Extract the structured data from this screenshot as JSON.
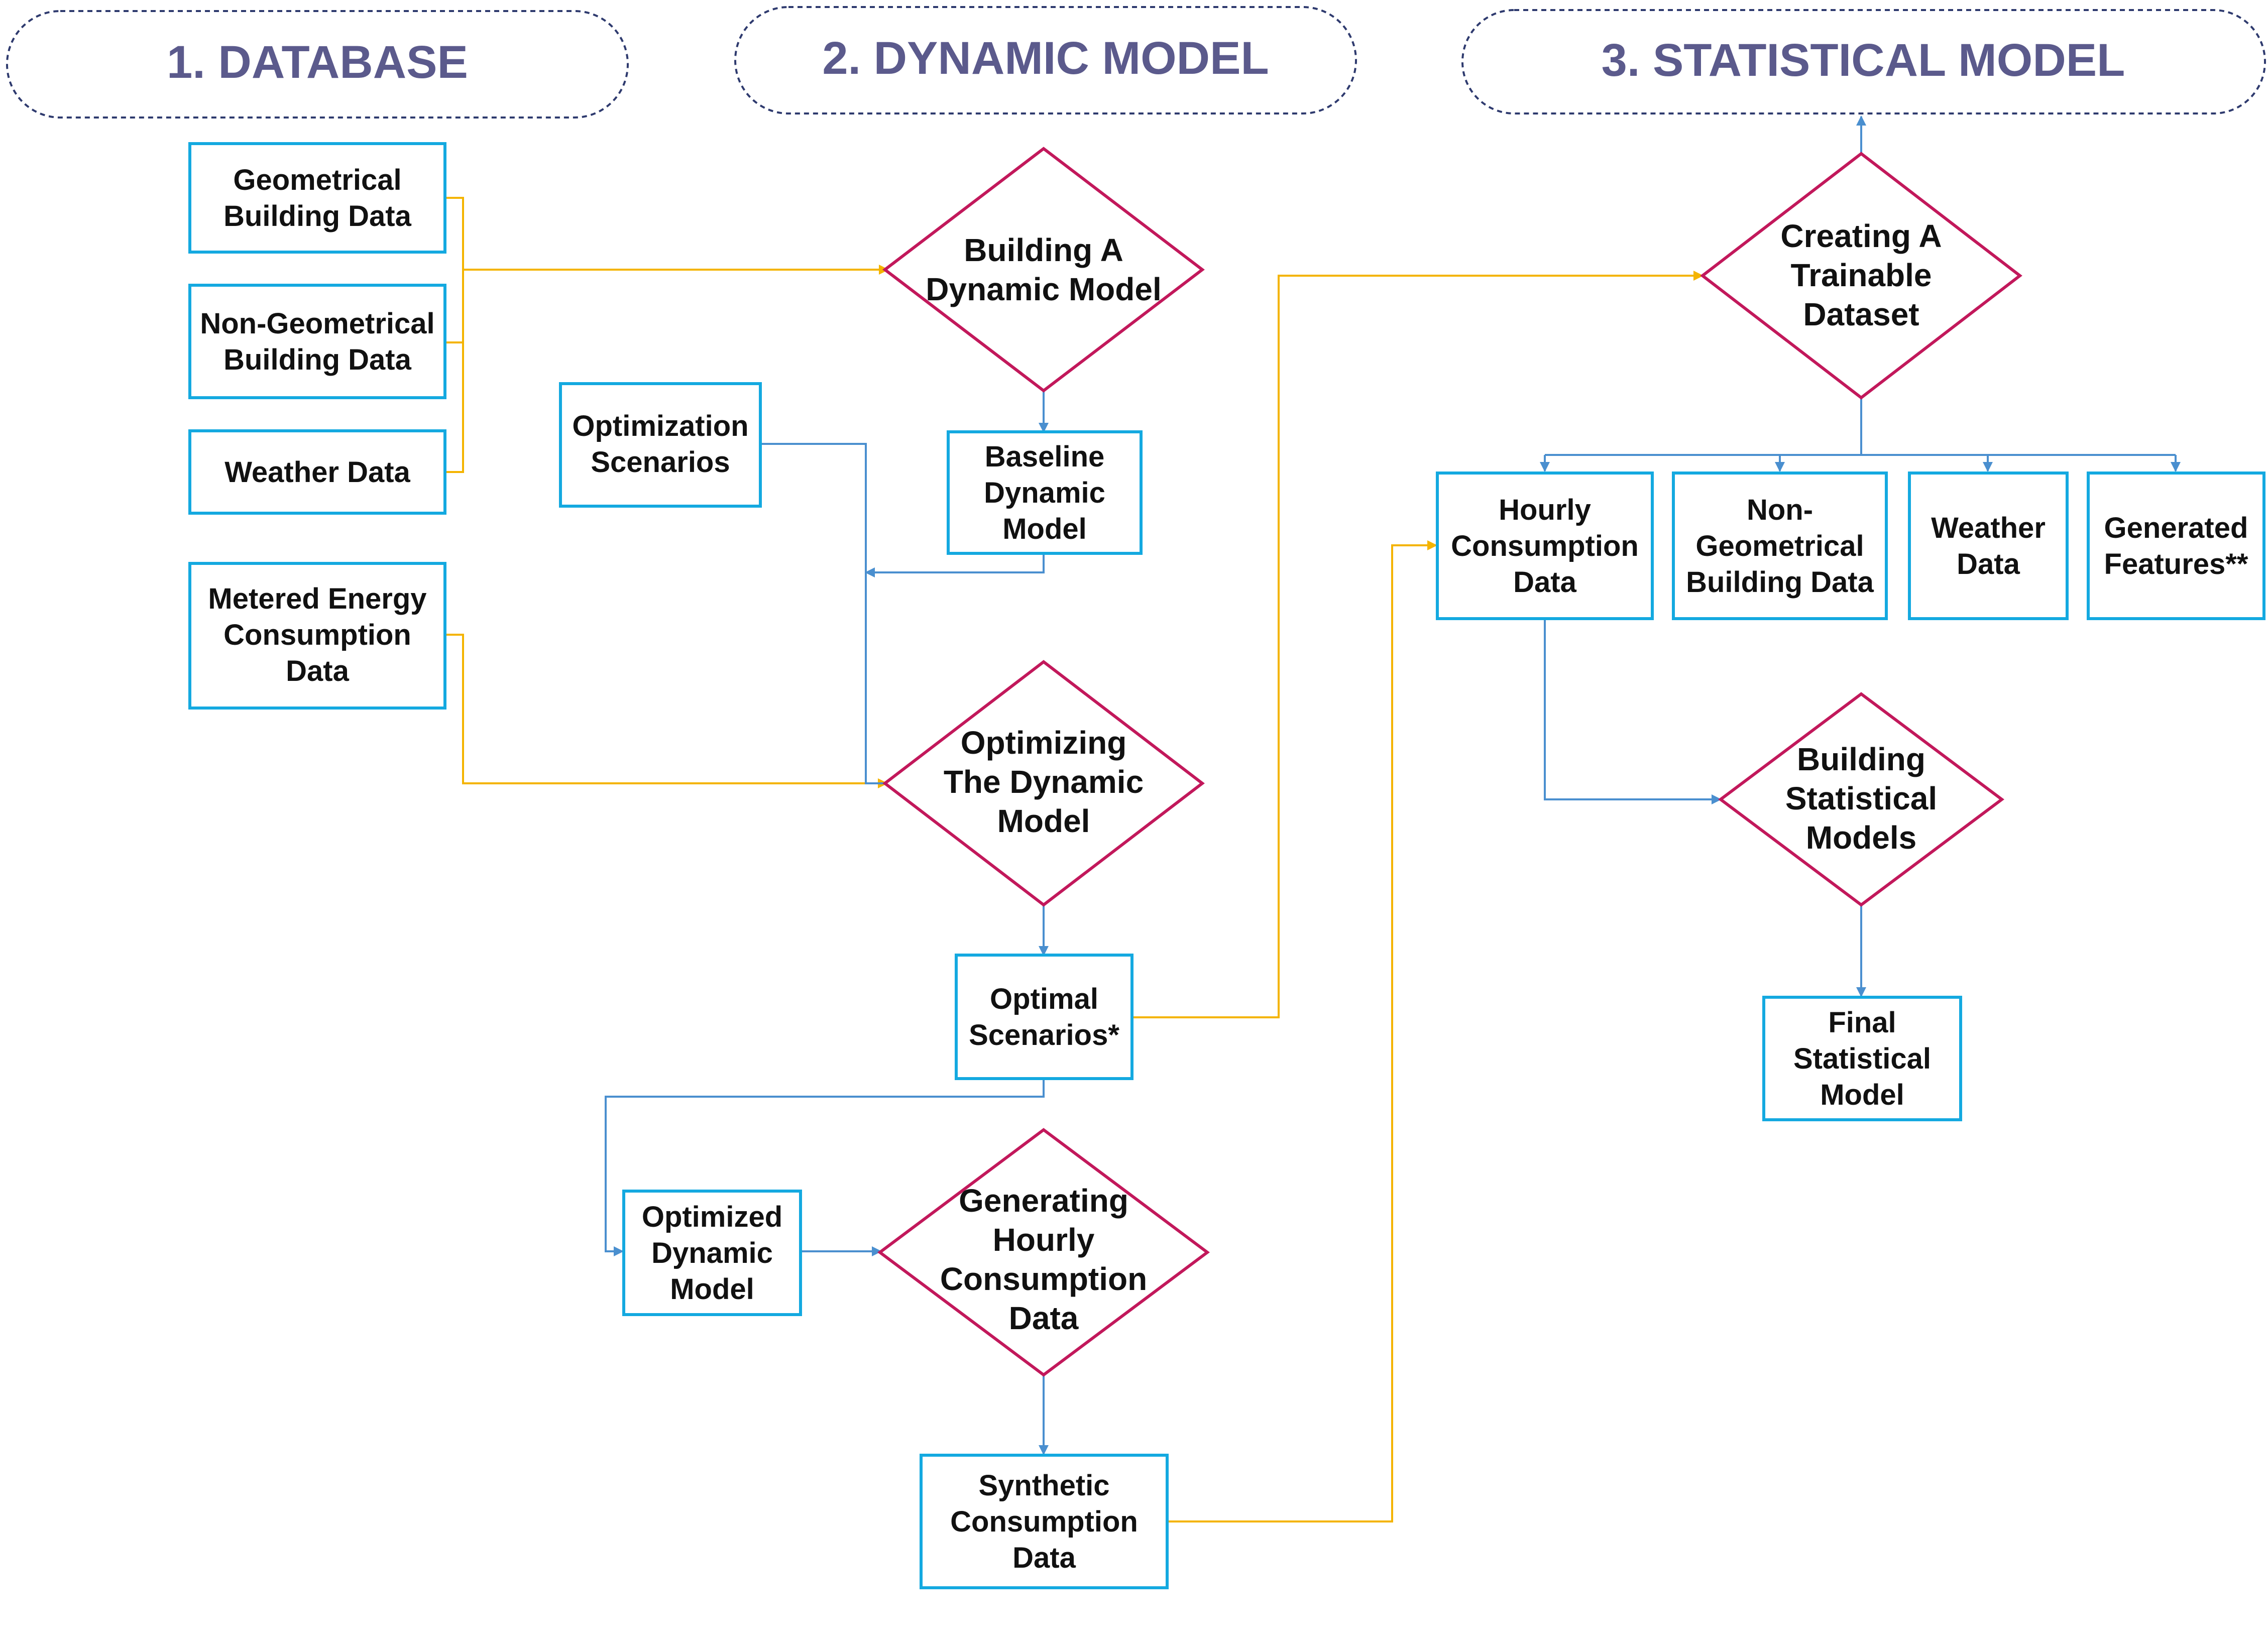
{
  "colors": {
    "header_text": "#5b5a8c",
    "header_border": "#2e3a6e",
    "box_border": "#14a9e0",
    "diamond_border": "#c2185b",
    "connector_gold": "#f4b400",
    "connector_blue": "#4a8fcf"
  },
  "headers": {
    "database": "1. DATABASE",
    "dynamic_model": "2. DYNAMIC MODEL",
    "statistical_model": "3. STATISTICAL MODEL"
  },
  "boxes": {
    "geometrical": [
      "Geometrical",
      "Building Data"
    ],
    "non_geometrical": [
      "Non-Geometrical",
      "Building Data"
    ],
    "weather": [
      "Weather Data"
    ],
    "metered": [
      "Metered Energy",
      "Consumption",
      "Data"
    ],
    "optimization_scenarios": [
      "Optimization",
      "Scenarios"
    ],
    "baseline": [
      "Baseline",
      "Dynamic",
      "Model"
    ],
    "optimal": [
      "Optimal",
      "Scenarios*"
    ],
    "optimized": [
      "Optimized",
      "Dynamic",
      "Model"
    ],
    "synthetic": [
      "Synthetic",
      "Consumption",
      "Data"
    ],
    "hourly": [
      "Hourly",
      "Consumption",
      "Data"
    ],
    "non_geometrical_2": [
      "Non-",
      "Geometrical",
      "Building Data"
    ],
    "weather_2": [
      "Weather",
      "Data"
    ],
    "generated": [
      "Generated",
      "Features**"
    ],
    "final": [
      "Final",
      "Statistical",
      "Model"
    ]
  },
  "diamonds": {
    "building_dynamic": [
      "Building A",
      "Dynamic Model"
    ],
    "optimizing": [
      "Optimizing",
      "The Dynamic",
      "Model"
    ],
    "generating": [
      "Generating",
      "Hourly",
      "Consumption",
      "Data"
    ],
    "creating": [
      "Creating A",
      "Trainable",
      "Dataset"
    ],
    "building_statistical": [
      "Building",
      "Statistical",
      "Models"
    ]
  }
}
